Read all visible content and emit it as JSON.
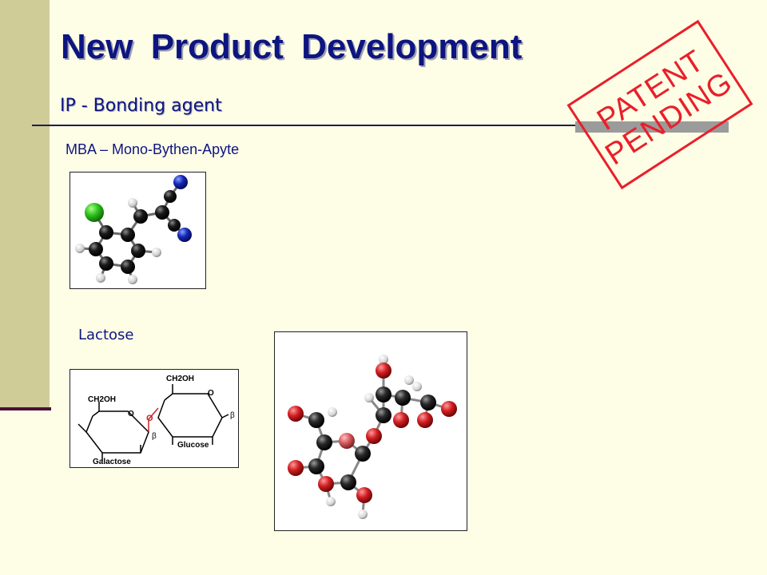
{
  "slide": {
    "title": "New Product Development",
    "subtitle": "IP - Bonding agent",
    "mba_label": "MBA – Mono-Bythen-Apyte",
    "lactose_label": "Lactose"
  },
  "stamp": {
    "line1": "PATENT",
    "line2": "PENDING",
    "color": "#e8202a"
  },
  "haworth": {
    "left_group": "CH2OH",
    "right_group": "CH2OH",
    "left_ring_label": "Galactose",
    "right_ring_label": "Glucose",
    "beta_1": "β",
    "beta_2": "β",
    "oxygen": "O"
  },
  "colors": {
    "title": "#0d1580",
    "background": "#fefde6",
    "sidebar": "#cfcc98",
    "accent_dark": "#4b0f3a"
  }
}
